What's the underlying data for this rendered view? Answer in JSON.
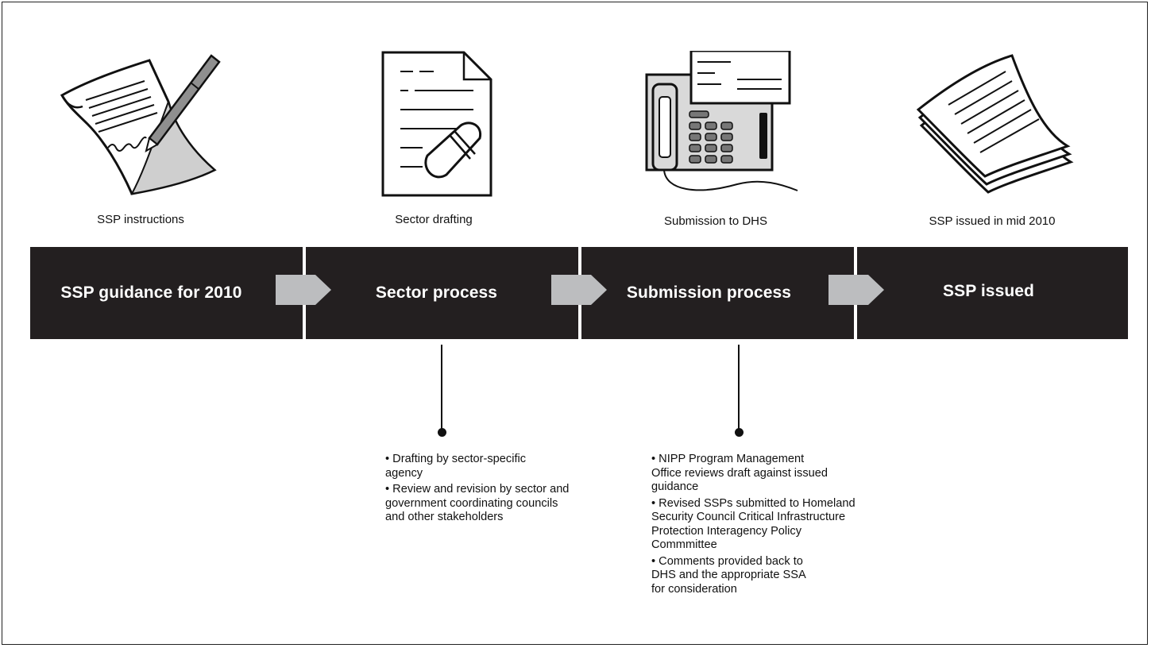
{
  "icons": [
    {
      "name": "signed-document-icon"
    },
    {
      "name": "draft-document-icon"
    },
    {
      "name": "fax-machine-icon"
    },
    {
      "name": "paper-stack-icon"
    }
  ],
  "captions": [
    "SSP instructions",
    "Sector drafting",
    "Submission to DHS",
    "SSP issued in mid 2010"
  ],
  "stages": [
    "SSP guidance for 2010",
    "Sector process",
    "Submission process",
    "SSP issued"
  ],
  "sector_details": [
    "• Drafting by sector-specific agency",
    "• Review and revision by sector and government coordinating councils and other stakeholders"
  ],
  "submission_details": [
    "• NIPP Program Management Office reviews draft against issued guidance",
    "• Revised SSPs submitted to Homeland Security Council Critical Infrastructure Protection Interagency Policy Commmittee",
    "• Comments provided back to DHS and the appropriate SSA for consideration"
  ],
  "colors": {
    "band": "#231f20",
    "arrow": "#bcbdbf",
    "icon_fill": "#d9d9d9"
  }
}
